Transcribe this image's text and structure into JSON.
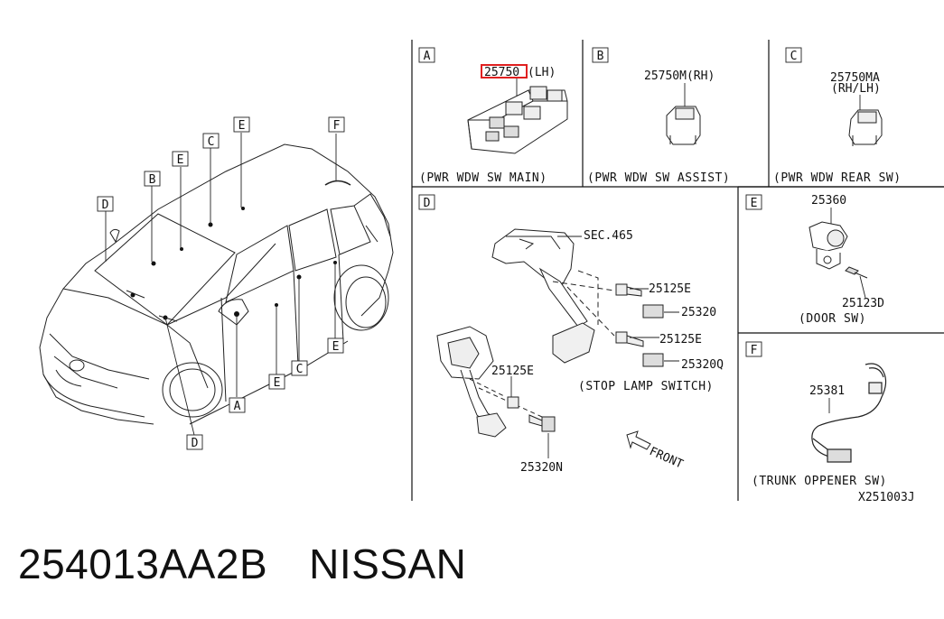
{
  "panels": {
    "A": {
      "letter": "A",
      "part": "25750",
      "part_suffix": "(LH)",
      "caption": "(PWR WDW SW MAIN)"
    },
    "B": {
      "letter": "B",
      "part": "25750M(RH)",
      "caption": "(PWR WDW SW ASSIST)"
    },
    "C": {
      "letter": "C",
      "part_line1": "25750MA",
      "part_line2": "(RH/LH)",
      "caption": "(PWR WDW REAR SW)"
    },
    "D": {
      "letter": "D",
      "sec": "SEC.465",
      "p1": "25125E",
      "p2": "25320",
      "p3": "25125E",
      "p4": "25320Q",
      "p5": "25125E",
      "p6": "25320N",
      "caption": "(STOP LAMP SWITCH)",
      "front": "FRONT"
    },
    "E": {
      "letter": "E",
      "part1": "25360",
      "part2": "25123D",
      "caption": "(DOOR SW)"
    },
    "F": {
      "letter": "F",
      "part1": "25381",
      "caption": "(TRUNK OPPENER SW)"
    }
  },
  "car_callouts": {
    "d_top": "D",
    "b": "B",
    "e_left": "E",
    "c_top": "C",
    "e_top": "E",
    "f": "F",
    "e_right": "E",
    "c_mid": "C",
    "e_mid": "E",
    "a": "A",
    "d_bottom": "D"
  },
  "diagram_code": "X251003J",
  "highlight_color": "#e02020",
  "footer": {
    "part_number": "254013AA2B",
    "brand": "NISSAN"
  }
}
